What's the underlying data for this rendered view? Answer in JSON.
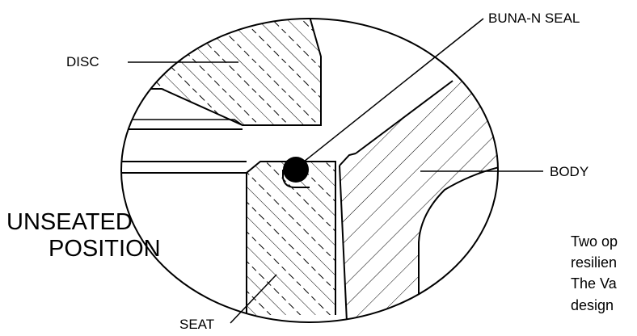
{
  "labels": {
    "disc": "DISC",
    "buna_n_seal": "BUNA-N SEAL",
    "body": "BODY",
    "seat": "SEAT",
    "unseated_line1": "UNSEATED",
    "unseated_line2": "POSITION"
  },
  "description": {
    "line1": "Two op",
    "line2": "resilien",
    "line3": "The Va",
    "line4": "design"
  },
  "colors": {
    "ink": "#000000",
    "paper": "#ffffff"
  }
}
